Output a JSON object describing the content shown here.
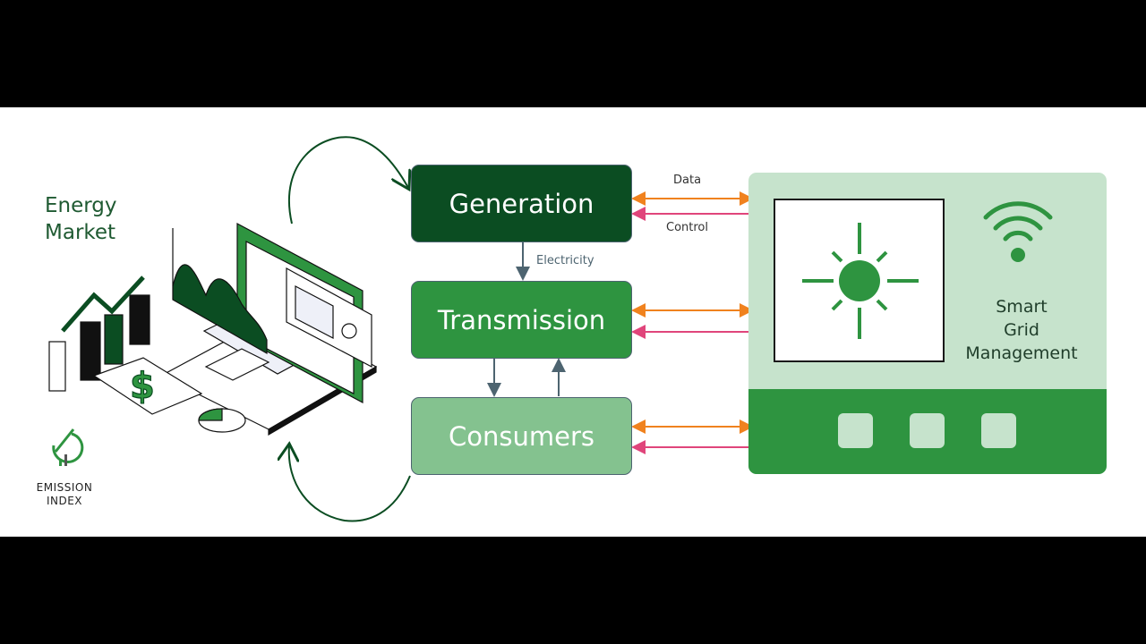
{
  "left": {
    "title_line1": "Energy",
    "title_line2": "Market",
    "logo_line1": "EMISSION",
    "logo_line2": "INDEX"
  },
  "flow": {
    "generation": "Generation",
    "transmission": "Transmission",
    "consumers": "Consumers",
    "electricity_label": "Electricity"
  },
  "links": {
    "data_label": "Data",
    "control_label": "Control"
  },
  "smart_grid": {
    "line1": "Smart",
    "line2": "Grid",
    "line3": "Management"
  },
  "colors": {
    "generation": "#0b4d22",
    "transmission": "#2e9440",
    "consumers": "#84c28f",
    "data_arrow": "#f0821e",
    "control_arrow": "#e0457b",
    "panel": "#c6e3cc"
  }
}
